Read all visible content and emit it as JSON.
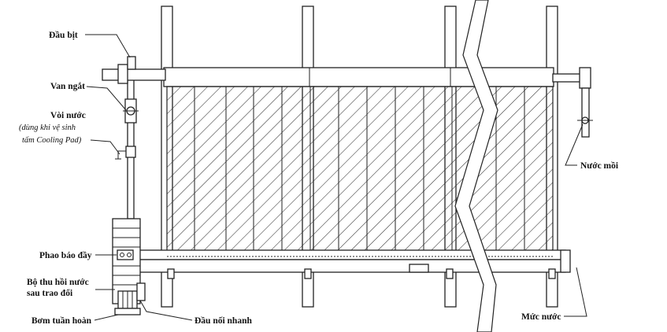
{
  "labels": {
    "end_cap": "Đầu bịt",
    "shutoff_valve": "Van ngắt",
    "faucet": "Vòi nước",
    "faucet_note_1": "(dùng khi vệ sinh",
    "faucet_note_2": "tấm Cooling Pad)",
    "float": "Phao báo đầy",
    "collector_1": "Bộ thu hồi nước",
    "collector_2": "sau trao đổi",
    "pump": "Bơm tuần hoàn",
    "quick_connect": "Đầu nối nhanh",
    "makeup_water": "Nước mồi",
    "water_level": "Mức nước"
  }
}
